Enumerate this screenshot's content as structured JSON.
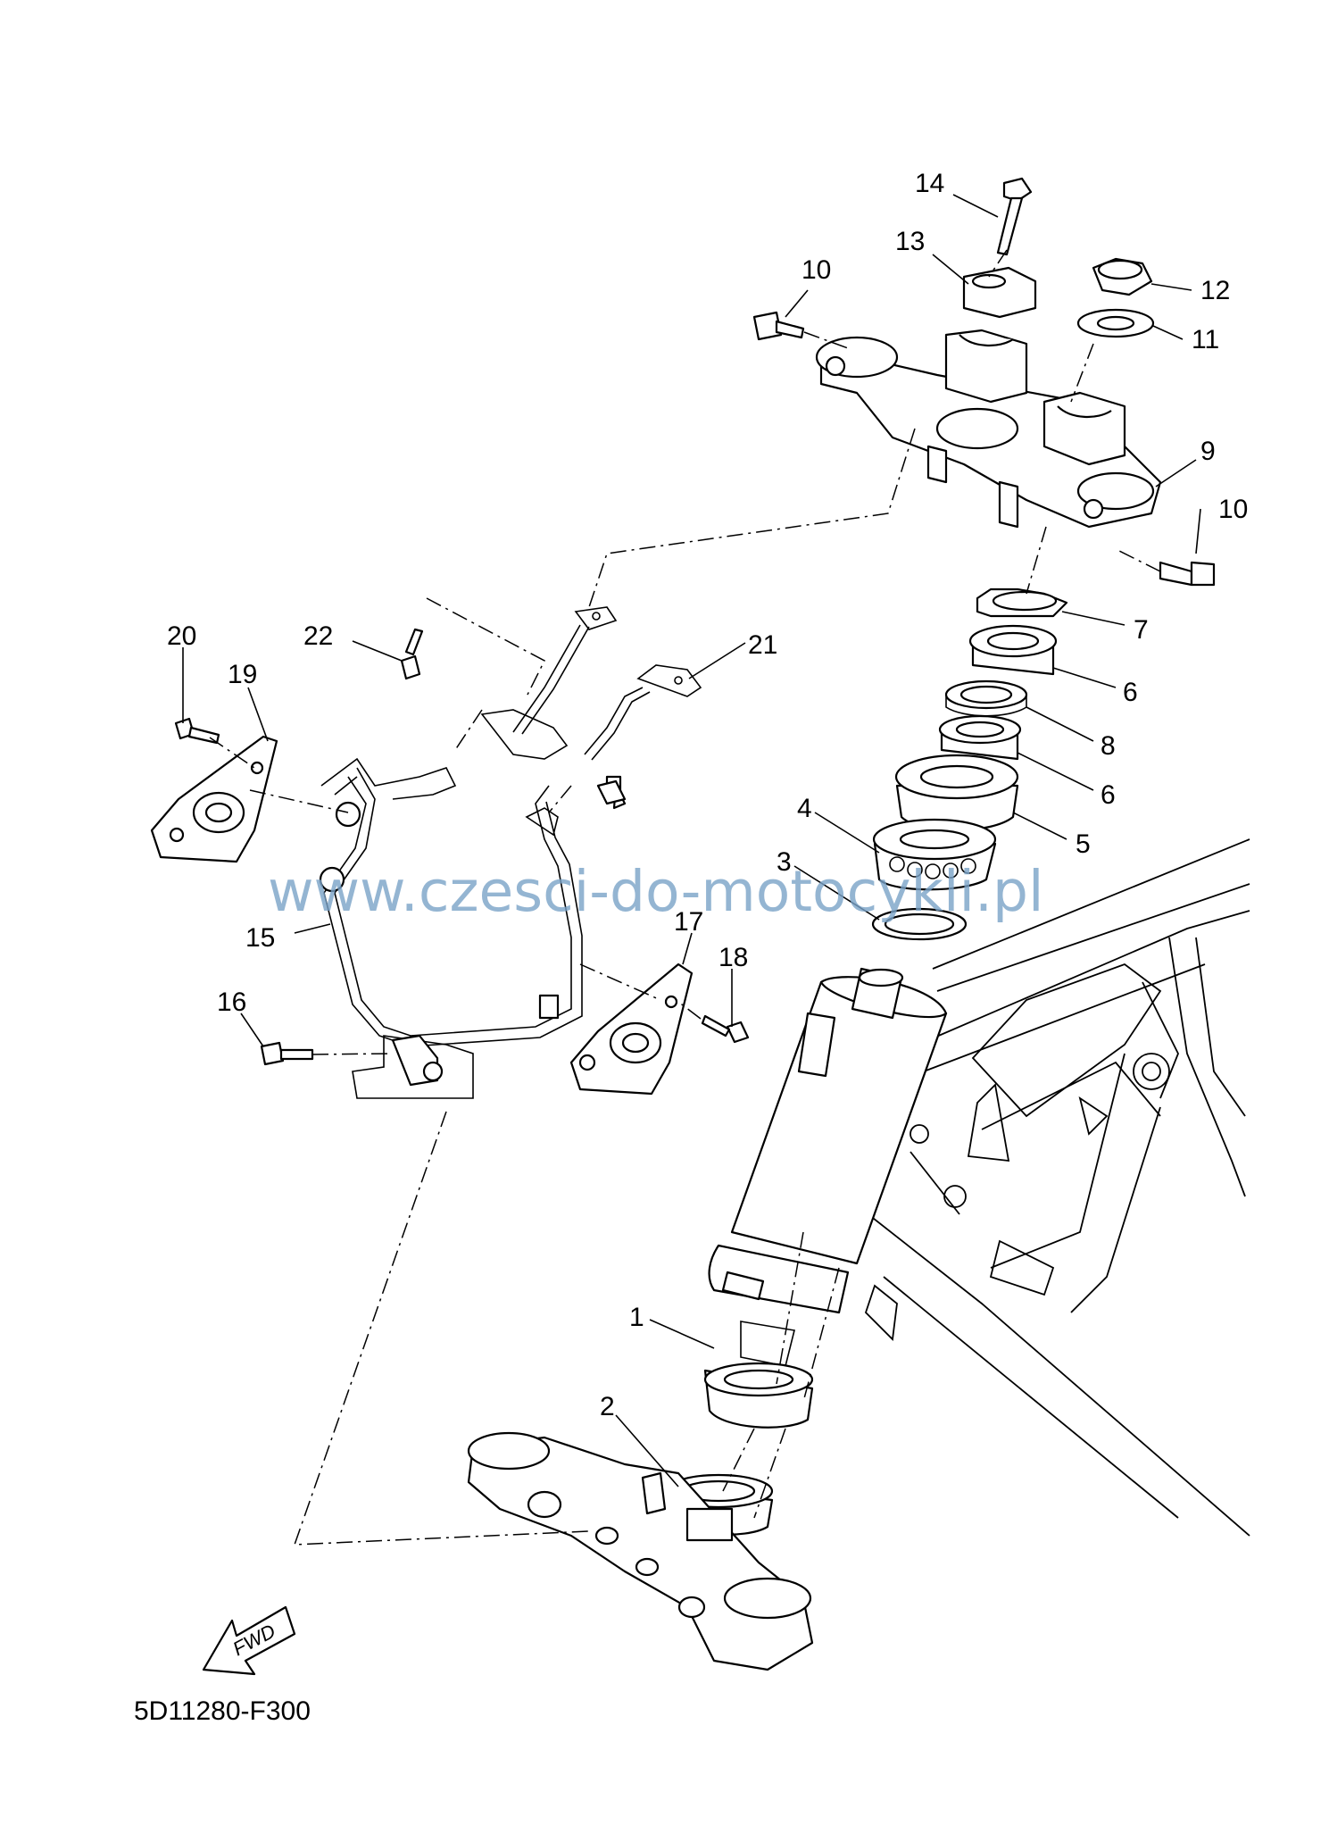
{
  "diagram": {
    "code": "5D11280-F300",
    "watermark": "www.czesci-do-motocykli.pl",
    "fwd_label": "FWD",
    "callouts": [
      {
        "id": "c14",
        "text": "14"
      },
      {
        "id": "c13",
        "text": "13"
      },
      {
        "id": "c10a",
        "text": "10"
      },
      {
        "id": "c12",
        "text": "12"
      },
      {
        "id": "c11",
        "text": "11"
      },
      {
        "id": "c9",
        "text": "9"
      },
      {
        "id": "c10b",
        "text": "10"
      },
      {
        "id": "c7",
        "text": "7"
      },
      {
        "id": "c6a",
        "text": "6"
      },
      {
        "id": "c8",
        "text": "8"
      },
      {
        "id": "c6b",
        "text": "6"
      },
      {
        "id": "c5",
        "text": "5"
      },
      {
        "id": "c4",
        "text": "4"
      },
      {
        "id": "c3",
        "text": "3"
      },
      {
        "id": "c20",
        "text": "20"
      },
      {
        "id": "c22",
        "text": "22"
      },
      {
        "id": "c21",
        "text": "21"
      },
      {
        "id": "c19",
        "text": "19"
      },
      {
        "id": "c15",
        "text": "15"
      },
      {
        "id": "c17",
        "text": "17"
      },
      {
        "id": "c18",
        "text": "18"
      },
      {
        "id": "c16",
        "text": "16"
      },
      {
        "id": "c1",
        "text": "1"
      },
      {
        "id": "c2",
        "text": "2"
      }
    ]
  }
}
